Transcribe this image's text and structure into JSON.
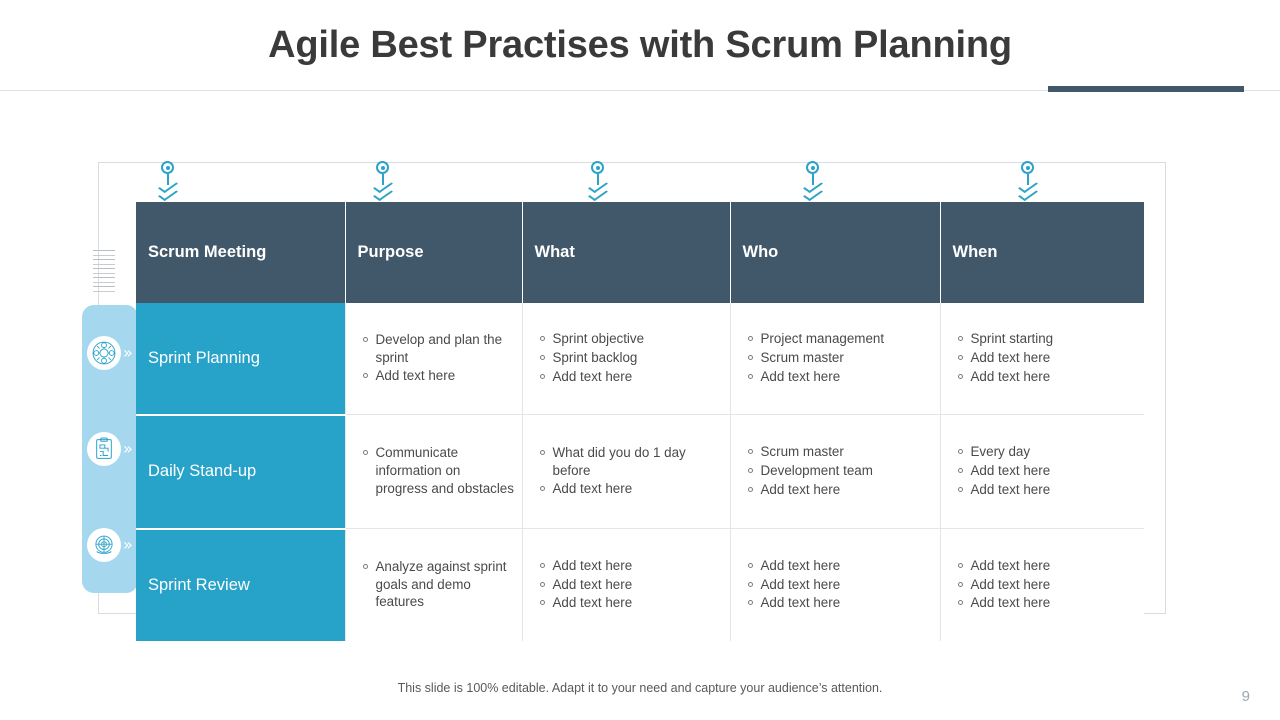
{
  "slide": {
    "title": "Agile Best Practises with Scrum Planning",
    "footer_note": "This slide is 100% editable. Adapt it to your need and capture your audience’s attention.",
    "page_number": "9"
  },
  "colors": {
    "title_text": "#3a3a3a",
    "accent_bar": "#41586a",
    "header_bg": "#41586a",
    "row_label_bg": "#27a2c9",
    "rail_bg": "#a5d8ee",
    "pin": "#2aa3c7",
    "body_text": "#4a4a4a",
    "frame_border": "#d7dde1"
  },
  "table": {
    "headers": [
      "Scrum Meeting",
      "Purpose",
      "What",
      "Who",
      "When"
    ],
    "rows": [
      {
        "icon": "compass-dial-icon",
        "label": "Sprint Planning",
        "purpose": [
          "Develop and plan the sprint",
          "Add text here"
        ],
        "what": [
          "Sprint objective",
          "Sprint backlog",
          "Add text here"
        ],
        "who": [
          "Project management",
          "Scrum master",
          "Add text here"
        ],
        "when": [
          "Sprint starting",
          "Add text here",
          "Add text here"
        ]
      },
      {
        "icon": "clipboard-document-icon",
        "label": "Daily Stand-up",
        "purpose": [
          "Communicate information on progress and obstacles"
        ],
        "what": [
          "What did you do 1 day before",
          "Add text here"
        ],
        "who": [
          "Scrum master",
          "Development team",
          "Add text here"
        ],
        "when": [
          "Every day",
          "Add text here",
          "Add text here"
        ]
      },
      {
        "icon": "target-spiral-icon",
        "label": "Sprint Review",
        "purpose": [
          "Analyze against sprint goals and demo features"
        ],
        "what": [
          "Add text here",
          "Add text here",
          "Add text here"
        ],
        "who": [
          "Add text here",
          "Add text here",
          "Add text here"
        ],
        "when": [
          "Add text here",
          "Add text here",
          "Add text here"
        ]
      }
    ]
  },
  "pins": {
    "count": 5,
    "chevron_glyph": "»"
  }
}
